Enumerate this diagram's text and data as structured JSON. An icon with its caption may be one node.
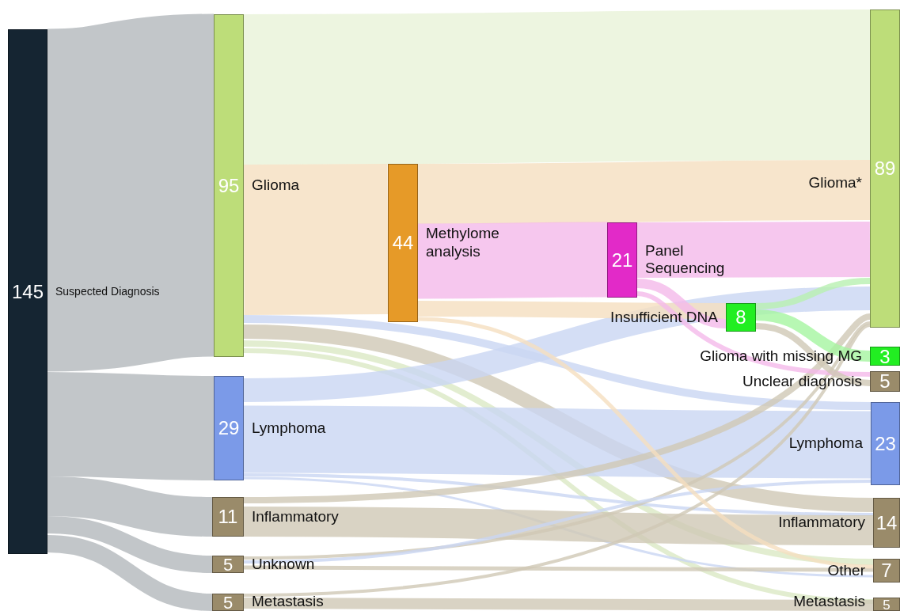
{
  "diagram": {
    "nodes": [
      {
        "text": [
          "145",
          "Suspected Diagnosis"
        ]
      },
      {
        "text": [
          "95",
          "Glioma"
        ]
      },
      {
        "text": [
          "29",
          "Lymphoma"
        ]
      },
      {
        "text": [
          "11",
          "Inflammatory"
        ]
      },
      {
        "text": [
          "5",
          "Unknown"
        ]
      },
      {
        "text": [
          "5",
          "Metastasis"
        ]
      },
      {
        "text": [
          "44",
          "Methylome analysis"
        ]
      },
      {
        "text": [
          "21",
          "Panel Sequencing"
        ]
      },
      {
        "text": [
          "Insufficient DNA",
          "8"
        ]
      },
      {
        "text": [
          "Glioma*",
          "89"
        ]
      },
      {
        "text": [
          "Glioma with missing MG",
          "3"
        ]
      },
      {
        "text": [
          "Unclear diagnosis",
          "5"
        ]
      },
      {
        "text": [
          "Lymphoma",
          "23"
        ]
      },
      {
        "text": [
          "Inflammatory",
          "14"
        ]
      },
      {
        "text": [
          "Other",
          "7"
        ]
      },
      {
        "text": [
          "Metastasis",
          "5"
        ]
      }
    ],
    "edges": [
      {
        "from": 0,
        "to": 1,
        "arrow": "none",
        "style": "thick"
      },
      {
        "from": 0,
        "to": 2,
        "arrow": "none",
        "style": "thick"
      },
      {
        "from": 0,
        "to": 3,
        "arrow": "none",
        "style": "thick"
      },
      {
        "from": 0,
        "to": 4,
        "arrow": "none"
      },
      {
        "from": 0,
        "to": 5,
        "arrow": "none"
      },
      {
        "from": 1,
        "to": 9,
        "arrow": "none",
        "style": "thick",
        "color": "#e8f2d8"
      },
      {
        "from": 1,
        "to": 6,
        "arrow": "none",
        "style": "thick",
        "color": "#f5dfbf"
      },
      {
        "from": 1,
        "to": 12,
        "arrow": "none",
        "color": "#c9d6f2"
      },
      {
        "from": 1,
        "to": 13,
        "arrow": "none",
        "color": "#cfc8b5"
      },
      {
        "from": 1,
        "to": 14,
        "arrow": "none",
        "color": "#dbe9c4"
      },
      {
        "from": 1,
        "to": 15,
        "arrow": "none",
        "color": "#dbe9c4"
      },
      {
        "from": 2,
        "to": 9,
        "arrow": "none",
        "style": "thick",
        "color": "#c9d6f2"
      },
      {
        "from": 2,
        "to": 12,
        "arrow": "none",
        "style": "thick",
        "color": "#c9d6f2"
      },
      {
        "from": 2,
        "to": 13,
        "arrow": "none",
        "color": "#c9d6f2"
      },
      {
        "from": 2,
        "to": 14,
        "arrow": "none",
        "color": "#c9d6f2"
      },
      {
        "from": 3,
        "to": 9,
        "arrow": "none",
        "color": "#cfc8b5"
      },
      {
        "from": 3,
        "to": 13,
        "arrow": "none",
        "style": "thick",
        "color": "#cfc8b5"
      },
      {
        "from": 4,
        "to": 9,
        "arrow": "none",
        "color": "#cfc8b5"
      },
      {
        "from": 4,
        "to": 12,
        "arrow": "none",
        "color": "#c9d6f2"
      },
      {
        "from": 4,
        "to": 14,
        "arrow": "none",
        "color": "#cfc8b5"
      },
      {
        "from": 5,
        "to": 9,
        "arrow": "none",
        "color": "#cfc8b5"
      },
      {
        "from": 5,
        "to": 15,
        "arrow": "none",
        "color": "#cfc8b5"
      },
      {
        "from": 6,
        "to": 9,
        "arrow": "none",
        "style": "thick",
        "color": "#f5dfbf"
      },
      {
        "from": 6,
        "to": 7,
        "arrow": "none",
        "style": "thick",
        "color": "#f4b9ea"
      },
      {
        "from": 6,
        "to": 8,
        "arrow": "none",
        "color": "#f5dfbf"
      },
      {
        "from": 6,
        "to": 14,
        "arrow": "none",
        "color": "#f5dfbf"
      },
      {
        "from": 7,
        "to": 9,
        "arrow": "none",
        "style": "thick",
        "color": "#f4b9ea"
      },
      {
        "from": 7,
        "to": 8,
        "arrow": "none",
        "color": "#f4b9ea"
      },
      {
        "from": 7,
        "to": 11,
        "arrow": "none",
        "color": "#f4b9ea"
      },
      {
        "from": 8,
        "to": 9,
        "arrow": "none",
        "color": "#b8f0b0"
      },
      {
        "from": 8,
        "to": 10,
        "arrow": "none",
        "color": "#a5f5a0"
      },
      {
        "from": 8,
        "to": 11,
        "arrow": "none",
        "color": "#cfc8b5"
      }
    ]
  }
}
